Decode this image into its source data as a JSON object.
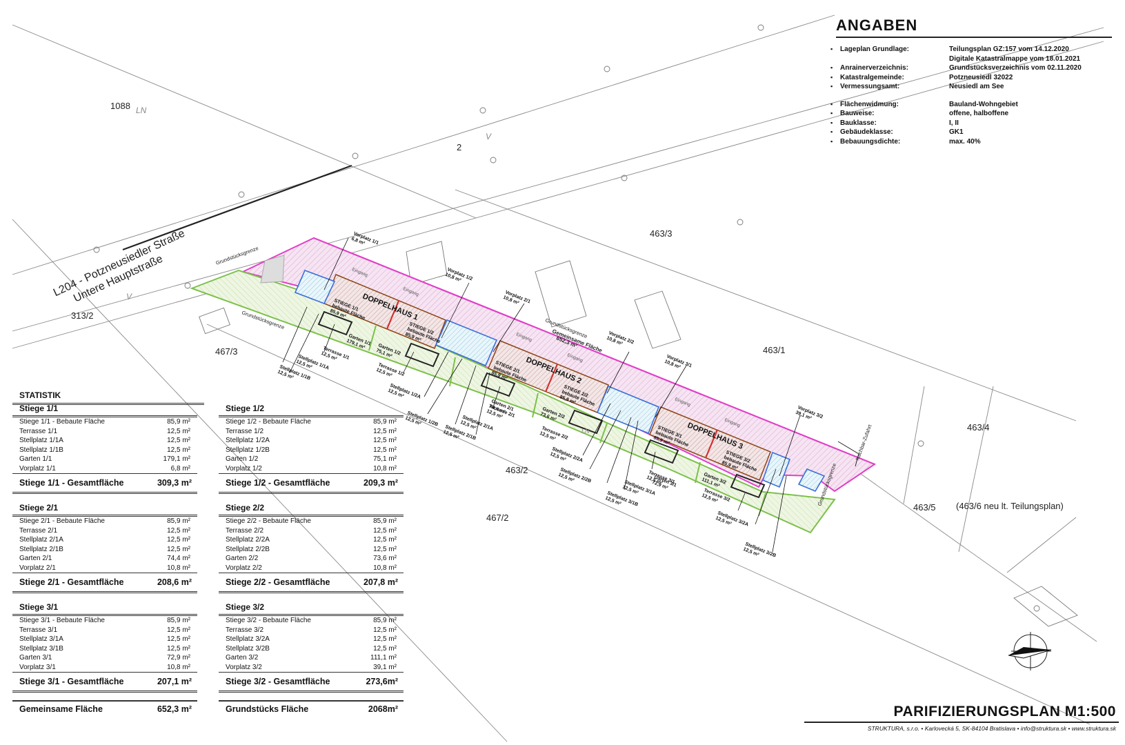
{
  "angaben": {
    "title": "ANGABEN",
    "rows": [
      {
        "key": "Lageplan Grundlage:",
        "value": "Teilungsplan GZ:157 vom 14.12.2020"
      },
      {
        "key": "",
        "value": "Digitale Katastralmappe vom 18.01.2021"
      },
      {
        "key": "Anrainerverzeichnis:",
        "value": "Grundstücksverzeichnis vom 02.11.2020"
      },
      {
        "key": "Katastralgemeinde:",
        "value": "Potzneusiedl 32022"
      },
      {
        "key": "Vermessungsamt:",
        "value": "Neusiedl am See"
      },
      {
        "key": "Flächenwidmung:",
        "value": "Bauland-Wohngebiet"
      },
      {
        "key": "Bauweise:",
        "value": "offene, halboffene"
      },
      {
        "key": "Bauklasse:",
        "value": "I, II"
      },
      {
        "key": "Gebäudeklasse:",
        "value": "GK1"
      },
      {
        "key": "Bebauungsdichte:",
        "value": "max. 40%"
      }
    ]
  },
  "statistik": {
    "title": "STATISTIK",
    "stiegen": [
      {
        "name": "Stiege 1/1",
        "rows": [
          {
            "label": "Stiege 1/1 - Bebaute Fläche",
            "value": "85,9  m²"
          },
          {
            "label": "Terrasse 1/1",
            "value": "12,5  m²"
          },
          {
            "label": "Stellplatz 1/1A",
            "value": "12,5  m²"
          },
          {
            "label": "Stellplatz 1/1B",
            "value": "12,5  m²"
          },
          {
            "label": "Garten 1/1",
            "value": "179,1  m²"
          },
          {
            "label": "Vorplatz 1/1",
            "value": "6,8  m²"
          }
        ],
        "total_label": "Stiege 1/1 - Gesamtfläche",
        "total": "309,3 m²"
      },
      {
        "name": "Stiege 1/2",
        "rows": [
          {
            "label": "Stiege 1/2 - Bebaute Fläche",
            "value": "85,9  m²"
          },
          {
            "label": "Terrasse 1/2",
            "value": "12,5  m²"
          },
          {
            "label": "Stellplatz 1/2A",
            "value": "12,5  m²"
          },
          {
            "label": "Stellplatz 1/2B",
            "value": "12,5  m²"
          },
          {
            "label": "Garten 1/2",
            "value": "75,1  m²"
          },
          {
            "label": "Vorplatz 1/2",
            "value": "10,8  m²"
          }
        ],
        "total_label": "Stiege 1/2 - Gesamtfläche",
        "total": "209,3 m²"
      },
      {
        "name": "Stiege 2/1",
        "rows": [
          {
            "label": "Stiege 2/1 - Bebaute Fläche",
            "value": "85,9  m²"
          },
          {
            "label": "Terrasse 2/1",
            "value": "12,5  m²"
          },
          {
            "label": "Stellplatz 2/1A",
            "value": "12,5  m²"
          },
          {
            "label": "Stellplatz 2/1B",
            "value": "12,5  m²"
          },
          {
            "label": "Garten 2/1",
            "value": "74,4  m²"
          },
          {
            "label": "Vorplatz 2/1",
            "value": "10,8  m²"
          }
        ],
        "total_label": "Stiege 2/1 - Gesamtfläche",
        "total": "208,6 m²"
      },
      {
        "name": "Stiege 2/2",
        "rows": [
          {
            "label": "Stiege 2/2 - Bebaute Fläche",
            "value": "85,9  m²"
          },
          {
            "label": "Terrasse 2/2",
            "value": "12,5  m²"
          },
          {
            "label": "Stellplatz 2/2A",
            "value": "12,5  m²"
          },
          {
            "label": "Stellplatz 2/2B",
            "value": "12,5  m²"
          },
          {
            "label": "Garten 2/2",
            "value": "73,6  m²"
          },
          {
            "label": "Vorplatz 2/2",
            "value": "10,8  m²"
          }
        ],
        "total_label": "Stiege 2/2 - Gesamtfläche",
        "total": "207,8 m²"
      },
      {
        "name": "Stiege 3/1",
        "rows": [
          {
            "label": "Stiege 3/1 - Bebaute Fläche",
            "value": "85,9  m²"
          },
          {
            "label": "Terrasse 3/1",
            "value": "12,5  m²"
          },
          {
            "label": "Stellplatz 3/1A",
            "value": "12,5  m²"
          },
          {
            "label": "Stellplatz 3/1B",
            "value": "12,5  m²"
          },
          {
            "label": "Garten 3/1",
            "value": "72,9  m²"
          },
          {
            "label": "Vorplatz 3/1",
            "value": "10,8  m²"
          }
        ],
        "total_label": "Stiege 3/1 - Gesamtfläche",
        "total": "207,1 m²"
      },
      {
        "name": "Stiege 3/2",
        "rows": [
          {
            "label": "Stiege 3/2 - Bebaute Fläche",
            "value": "85,9  m²"
          },
          {
            "label": "Terrasse 3/2",
            "value": "12,5  m²"
          },
          {
            "label": "Stellplatz 3/2A",
            "value": "12,5  m²"
          },
          {
            "label": "Stellplatz 3/2B",
            "value": "12,5  m²"
          },
          {
            "label": "Garten 3/2",
            "value": "111,1  m²"
          },
          {
            "label": "Vorplatz 3/2",
            "value": "39,1  m²"
          }
        ],
        "total_label": "Stiege 3/2 - Gesamtfläche",
        "total": "273,6m²"
      }
    ],
    "gemeinsame_label": "Gemeinsame Fläche",
    "gemeinsame_value": "652,3 m²",
    "grundstueck_label": "Grundstücks Fläche",
    "grundstueck_value": "2068m²"
  },
  "plan": {
    "street_name": "L204 - Potzneusiedler Straße",
    "street_alt": "Untere Hauptstraße",
    "parcels": [
      "1088",
      "2",
      "463/3",
      "463/1",
      "463/4",
      "463/5",
      "467/3",
      "467/2",
      "463/2",
      "313/2"
    ],
    "parcel_463_5_note": "(463/6 neu lt. Teilungsplan)",
    "use_codes": [
      "LN",
      "V",
      "V",
      "LN"
    ],
    "houses": [
      "DOPPELHAUS 1",
      "DOPPELHAUS 2",
      "DOPPELHAUS 3"
    ],
    "grundstuecksgrenze": "Grundstücksgrenze",
    "nachbar_zufahrt": "Nachbar-Zufahrt",
    "gemeinsame_flaeche": "Gemeinsame Fläche",
    "gemeinsame_flaeche_value": "652,3 m²",
    "eingang": "Eingang",
    "unit_labels": [
      {
        "l1": "STIEGE 1/1",
        "l2": "bebaute Fläche",
        "l3": "85,9 m²"
      },
      {
        "l1": "STIEGE 1/2",
        "l2": "bebaute Fläche",
        "l3": "85,9 m²"
      },
      {
        "l1": "STIEGE 2/1",
        "l2": "bebaute Fläche",
        "l3": "85,9 m²"
      },
      {
        "l1": "STIEGE 2/2",
        "l2": "bebaute Fläche",
        "l3": "85,9 m²"
      },
      {
        "l1": "STIEGE 3/1",
        "l2": "bebaute Fläche",
        "l3": "85,9 m²"
      },
      {
        "l1": "STIEGE 3/2",
        "l2": "bebaute Fläche",
        "l3": "85,9 m²"
      }
    ],
    "garden_labels": [
      {
        "l1": "Garten 1/1",
        "l2": "179,1 m²"
      },
      {
        "l1": "Garten 1/2",
        "l2": "75,1 m²"
      },
      {
        "l1": "Garten 2/1",
        "l2": "74,4 m²"
      },
      {
        "l1": "Garten 2/2",
        "l2": "73,6 m²"
      },
      {
        "l1": "Garten 3/1",
        "l2": "72,9 m²"
      },
      {
        "l1": "Garten 3/2",
        "l2": "111,1 m²"
      }
    ],
    "vorplatz_labels": [
      {
        "l1": "Vorplatz 1/1",
        "l2": "6,8 m²"
      },
      {
        "l1": "Vorplatz 1/2",
        "l2": "10,8 m²"
      },
      {
        "l1": "Vorplatz 2/1",
        "l2": "10,8 m²"
      },
      {
        "l1": "Vorplatz 2/2",
        "l2": "10,8 m²"
      },
      {
        "l1": "Vorplatz 3/1",
        "l2": "10,8 m²"
      },
      {
        "l1": "Vorplatz 3/2",
        "l2": "39,1 m²"
      }
    ],
    "lower_labels": [
      {
        "l1": "Terrasse 1/1",
        "l2": "12,5 m²"
      },
      {
        "l1": "Stellplatz 1/1A",
        "l2": "12,5 m²"
      },
      {
        "l1": "Stellplatz 1/1B",
        "l2": "12,5 m²"
      },
      {
        "l1": "Terrasse 1/2",
        "l2": "12,5 m²"
      },
      {
        "l1": "Stellplatz 1/2A",
        "l2": "12,5 m²"
      },
      {
        "l1": "Stellplatz 1/2B",
        "l2": "12,5 m²"
      },
      {
        "l1": "Terrasse 2/1",
        "l2": "12,5 m²"
      },
      {
        "l1": "Stellplatz 2/1A",
        "l2": "12,5 m²"
      },
      {
        "l1": "Stellplatz 2/1B",
        "l2": "12,5 m²"
      },
      {
        "l1": "Terrasse 2/2",
        "l2": "12,5 m²"
      },
      {
        "l1": "Stellplatz 2/2A",
        "l2": "12,5 m²"
      },
      {
        "l1": "Stellplatz 2/2B",
        "l2": "12,5 m²"
      },
      {
        "l1": "Terrasse 3/1",
        "l2": "12,5 m²"
      },
      {
        "l1": "Stellplatz 3/1A",
        "l2": "12,5 m²"
      },
      {
        "l1": "Stellplatz 3/1B",
        "l2": "12,5 m²"
      },
      {
        "l1": "Terrasse 3/2",
        "l2": "12,5 m²"
      },
      {
        "l1": "Stellplatz 3/2A",
        "l2": "12,5 m²"
      },
      {
        "l1": "Stellplatz 3/2B",
        "l2": "12,5 m²"
      }
    ],
    "colors": {
      "boundary_pink": "#e040c8",
      "garden_green": "#7cc04a",
      "building_red": "#d32f2f",
      "parking_blue": "#3a6fd8",
      "hatch_pink": "#f4dcef",
      "hatch_green": "#e6f2d5"
    }
  },
  "title_block": {
    "title": "PARIFIZIERUNGSPLAN M1:500",
    "company": "STRUKTURA, s.r.o. • Karlovecká 5, SK-84104 Bratislava • info@struktura.sk • www.struktura.sk"
  }
}
